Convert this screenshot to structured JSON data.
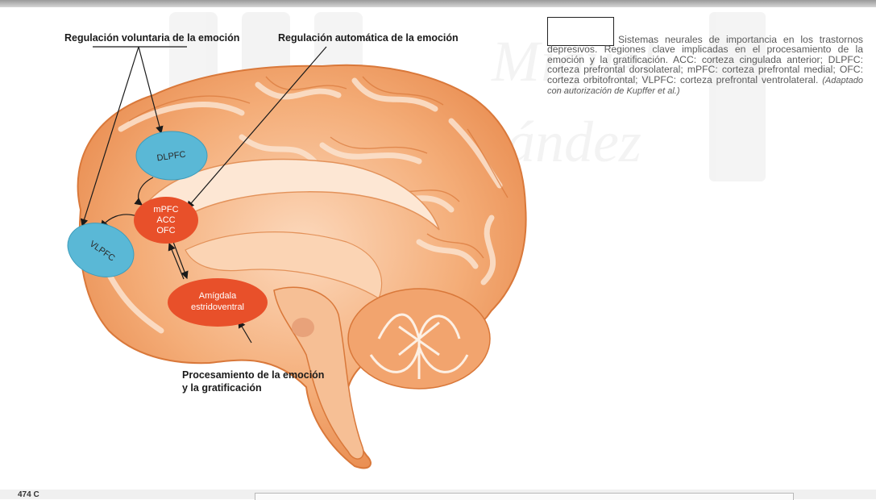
{
  "labels": {
    "voluntary_regulation": "Regulación voluntaria de la emoción",
    "automatic_regulation": "Regulación automática de la emoción",
    "processing_line1": "Procesamiento de la emoción",
    "processing_line2": "y la gratificación"
  },
  "regions": {
    "dlpfc": "DLPFC",
    "vlpfc": "VLPFC",
    "mpfc": "mPFC",
    "acc": "ACC",
    "ofc": "OFC",
    "amygdala_line1": "Amígdala",
    "amygdala_line2": "estridoventral"
  },
  "caption": {
    "text": "Sistemas neurales de importancia en los trastornos depresivos. Regiones clave implicadas en el procesamiento de la emoción y la gratificación. ACC: corteza cingulada anterior; DLPFC: corteza prefrontal dorsolateral; mPFC: corteza prefrontal medial; OFC: corteza orbitofrontal; VLPFC: corteza prefrontal ventrolateral.",
    "credit": "(Adaptado con autorización de Kupffer et al.)"
  },
  "footer": {
    "page_number": "474 C"
  },
  "colors": {
    "brain_fill": "#f2a46e",
    "brain_light": "#fbdcc2",
    "brain_dark": "#d9783a",
    "blue_region": "#5ab8d6",
    "red_region": "#e8502a"
  }
}
